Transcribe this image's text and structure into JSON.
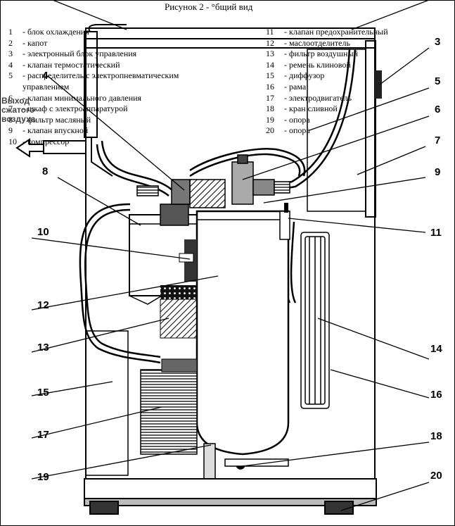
{
  "title": "Рисунок 2 - °бщий вид",
  "legend_left": [
    {
      "num": "1",
      "text": "- блок охлаждения"
    },
    {
      "num": "2",
      "text": "- капот"
    },
    {
      "num": "3",
      "text": "- электронный блок управления"
    },
    {
      "num": "4",
      "text": "- клапан термостатический"
    },
    {
      "num": "5",
      "text": "- распределитель с электропневматическим",
      "cont": "управлением"
    },
    {
      "num": "6",
      "text": "- клапан минимального давления"
    },
    {
      "num": "7",
      "text": "- шкаф с электроаппаратурой"
    },
    {
      "num": "8",
      "text": "- фильтр масляный"
    },
    {
      "num": "9",
      "text": "- клапан впускной"
    },
    {
      "num": "10",
      "text": "- компрессор"
    }
  ],
  "legend_right": [
    {
      "num": "11",
      "text": "- клапан предохранительный"
    },
    {
      "num": "12",
      "text": "- маслоотделитель"
    },
    {
      "num": "13",
      "text": "- фильтр воздушный"
    },
    {
      "num": "14",
      "text": "- ремень клиновой"
    },
    {
      "num": "15",
      "text": "- диффузор"
    },
    {
      "num": "16",
      "text": "- рама"
    },
    {
      "num": "17",
      "text": "- электродвигатель"
    },
    {
      "num": "18",
      "text": "- кран сливной"
    },
    {
      "num": "19",
      "text": "- опора"
    },
    {
      "num": "20",
      "text": "- опора"
    }
  ],
  "outlet_label": [
    "Выход",
    "сжатого",
    "воздуха"
  ],
  "callouts": [
    "3",
    "4",
    "5",
    "6",
    "7",
    "8",
    "9",
    "10",
    "11",
    "12",
    "13",
    "14",
    "15",
    "16",
    "17",
    "18",
    "19",
    "20"
  ]
}
